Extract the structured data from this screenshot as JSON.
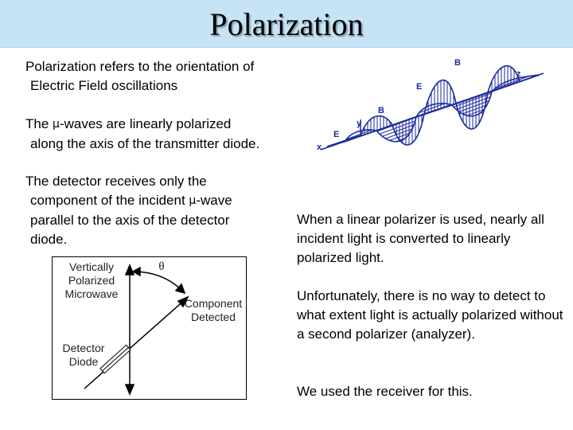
{
  "slide": {
    "title": "Polarization"
  },
  "left_text": {
    "p1_line1": "Polarization refers to the orientation of",
    "p1_line2": "Electric Field oscillations",
    "p2_prefix": "The ",
    "p2_symbol": "µ",
    "p2_line1_rest": "-waves are linearly polarized",
    "p2_line2": "along the axis of the transmitter diode.",
    "p3_line1": "The detector receives only the",
    "p3_line2_prefix": "component of the incident ",
    "p3_symbol": "µ",
    "p3_line2_rest": "-wave",
    "p3_line3": "parallel to the axis of the detector",
    "p3_line4": "diode."
  },
  "right_text": {
    "p1": "When a linear polarizer is used, nearly all incident light is converted to linearly polarized light.",
    "p2": "Unfortunately, there is no way to detect to what extent light is actually polarized without a second polarizer (analyzer).",
    "p3": "We used the receiver for this."
  },
  "wave_figure": {
    "label_B_top": "B",
    "label_z": "z",
    "label_E_top": "E",
    "label_B_mid": "B",
    "label_y": "y",
    "label_E_left": "E",
    "label_x": "x",
    "color": "#1a2a9a"
  },
  "detector_diagram": {
    "label_vertical_line1": "Vertically",
    "label_vertical_line2": "Polarized",
    "label_vertical_line3": "Microwave",
    "label_theta": "θ",
    "label_component_line1": "Component",
    "label_component_line2": "Detected",
    "label_detector_line1": "Detector",
    "label_detector_line2": "Diode"
  }
}
